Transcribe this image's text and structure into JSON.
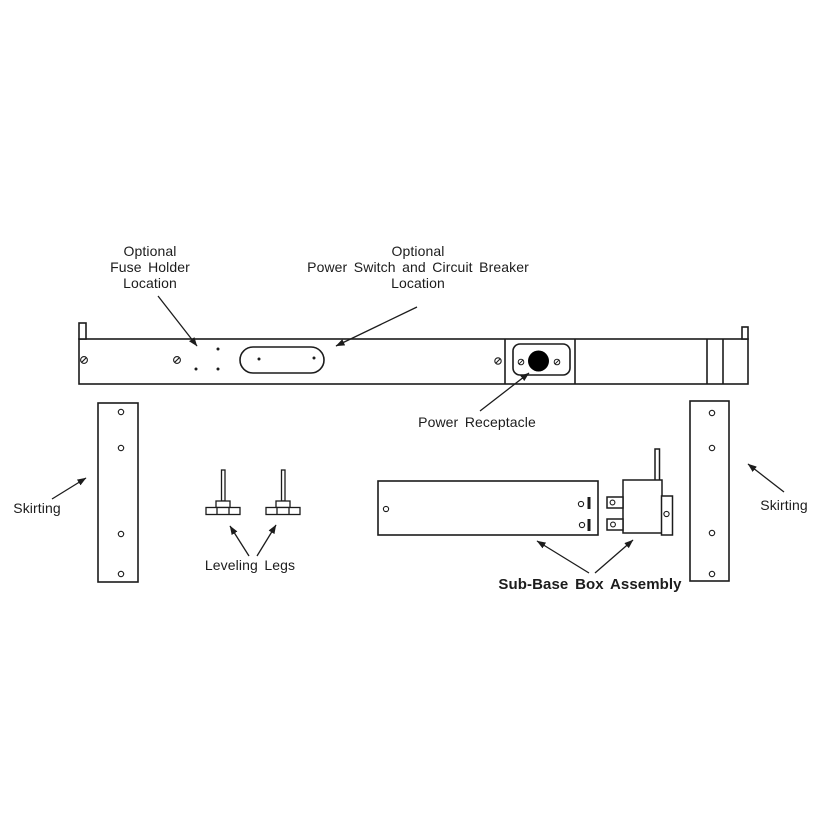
{
  "labels": {
    "fuse_holder": {
      "line1": "Optional",
      "line2": "Fuse Holder",
      "line3": "Location"
    },
    "power_switch": {
      "line1": "Optional",
      "line2": "Power Switch and Circuit Breaker",
      "line3": "Location"
    },
    "power_receptacle": "Power Receptacle",
    "skirting_left": "Skirting",
    "skirting_right": "Skirting",
    "leveling_legs": "Leveling  Legs",
    "sub_base_box": "Sub-Base Box Assembly"
  },
  "colors": {
    "line": "#1c1c1c",
    "text": "#1c1c1c",
    "background": "#ffffff",
    "receptacle_fill": "#000000"
  }
}
